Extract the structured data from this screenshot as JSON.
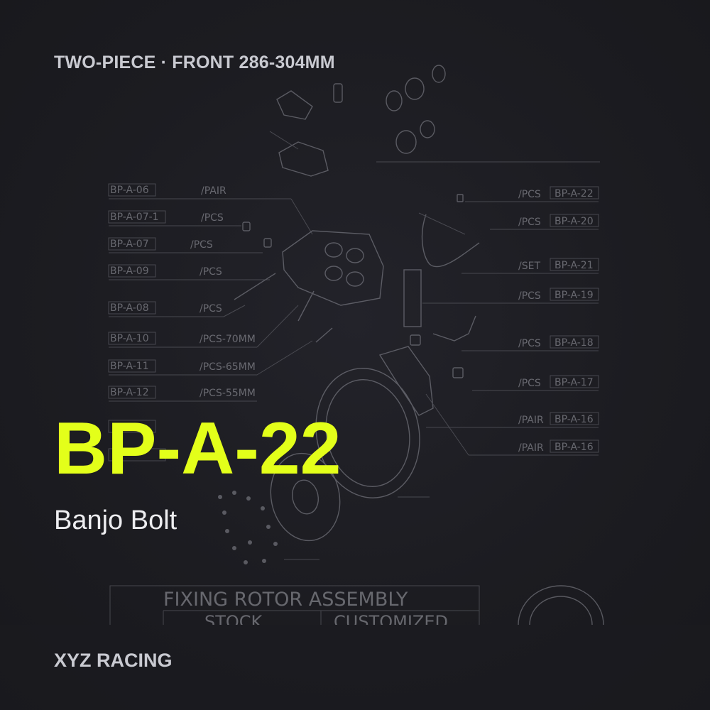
{
  "header": {
    "subtitle": "TWO-PIECE · FRONT 286-304MM"
  },
  "product": {
    "part_number": "BP-A-22",
    "part_name": "Banjo Bolt"
  },
  "footer": {
    "brand": "XYZ RACING"
  },
  "colors": {
    "accent": "#e3ff1a",
    "background": "#1c1c21",
    "text_primary": "#ededf0",
    "text_secondary": "#c9cad1"
  },
  "diagram": {
    "left_labels": [
      {
        "code": "BP-A-06",
        "qty": "/PAIR"
      },
      {
        "code": "BP-A-07-1",
        "qty": "/PCS"
      },
      {
        "code": "BP-A-07",
        "qty": "/PCS"
      },
      {
        "code": "BP-A-09",
        "qty": "/PCS"
      },
      {
        "code": "BP-A-08",
        "qty": "/PCS"
      },
      {
        "code": "BP-A-10",
        "qty": "/PCS-70MM"
      },
      {
        "code": "BP-A-11",
        "qty": "/PCS-65MM"
      },
      {
        "code": "BP-A-12",
        "qty": "/PCS-55MM"
      }
    ],
    "right_labels": [
      {
        "code": "BP-A-22",
        "qty": "/PCS"
      },
      {
        "code": "BP-A-20",
        "qty": "/PCS"
      },
      {
        "code": "BP-A-21",
        "qty": "/SET"
      },
      {
        "code": "BP-A-19",
        "qty": "/PCS"
      },
      {
        "code": "BP-A-18",
        "qty": "/PCS"
      },
      {
        "code": "BP-A-17",
        "qty": "/PCS"
      },
      {
        "code": "BP-A-16",
        "qty": "/PAIR"
      },
      {
        "code": "BP-A-16",
        "qty": "/PAIR"
      }
    ],
    "table_title": "FIXING ROTOR ASSEMBLY",
    "table_col_1": "STOCK",
    "table_col_2": "CUSTOMIZED"
  }
}
